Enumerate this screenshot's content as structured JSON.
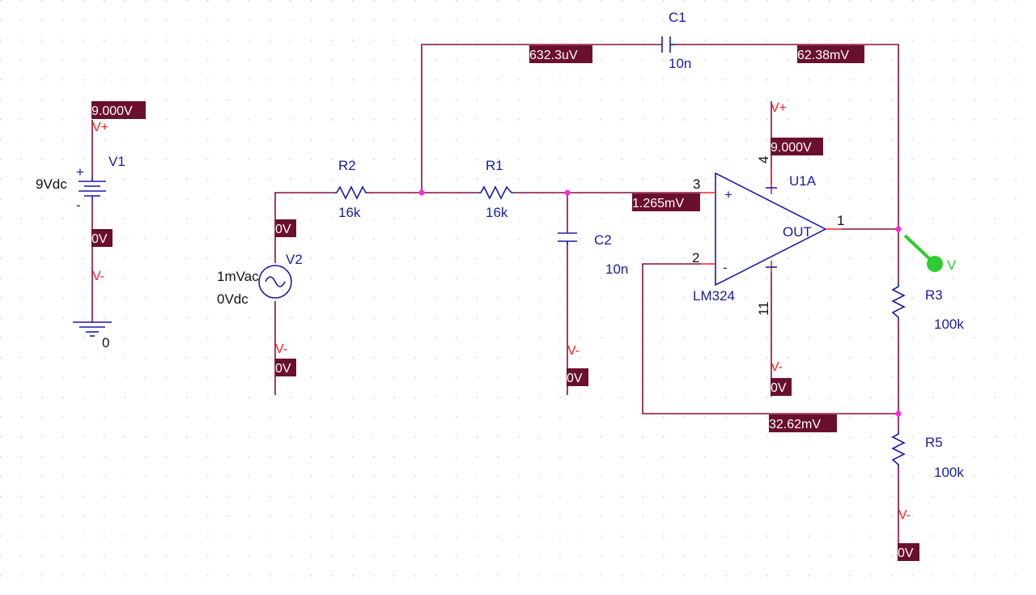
{
  "colors": {
    "wire": "#880e3c",
    "pin": "#ff2020",
    "component": "#1a1aa6",
    "tag_bg": "#6b0f2e",
    "tag_text": "#ffffff",
    "junction": "#ff2bd6",
    "probe": "#2ecc2e",
    "grid_dot": "#c8c8c8"
  },
  "components": {
    "v1": {
      "name": "V1",
      "value": "9Vdc"
    },
    "v2": {
      "name": "V2",
      "ac": "1mVac",
      "dc": "0Vdc"
    },
    "r1": {
      "name": "R1",
      "value": "16k"
    },
    "r2": {
      "name": "R2",
      "value": "16k"
    },
    "r3": {
      "name": "R3",
      "value": "100k"
    },
    "r5": {
      "name": "R5",
      "value": "100k"
    },
    "c1": {
      "name": "C1",
      "value": "10n"
    },
    "c2": {
      "name": "C2",
      "value": "10n"
    },
    "u1": {
      "name": "U1A",
      "part": "LM324",
      "out_label": "OUT",
      "plus": "+",
      "minus": "-",
      "pin3": "3",
      "pin2": "2",
      "pin1": "1",
      "pin4": "4",
      "pin11": "11"
    },
    "ground": {
      "label": "0"
    },
    "probe": {
      "label": "V"
    }
  },
  "power_labels": {
    "vplus": "V+",
    "vminus": "V-",
    "bat_plus": "+",
    "bat_minus": "-"
  },
  "voltages": {
    "v1_top": "9.000V",
    "v1_bottom": "0V",
    "v2_top": "0V",
    "v2_bottom": "0V",
    "c1_left": "632.3uV",
    "c1_right": "62.38mV",
    "opamp_in": "1.265mV",
    "opamp_vplus": "9.000V",
    "opamp_vminus": "0V",
    "feedback": "32.62mV",
    "c2_bottom": "0V",
    "r5_bottom": "0V"
  }
}
